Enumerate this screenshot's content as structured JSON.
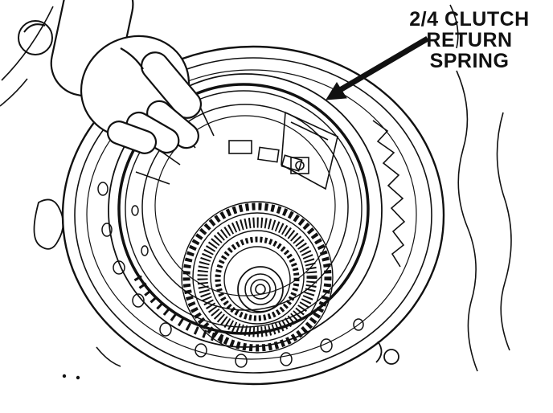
{
  "callout": {
    "line1": "2/4 CLUTCH",
    "line2": "RETURN",
    "line3": "SPRING",
    "full_label": "2/4 CLUTCH RETURN SPRING"
  },
  "colors": {
    "ink": "#111111",
    "paper": "#ffffff"
  }
}
